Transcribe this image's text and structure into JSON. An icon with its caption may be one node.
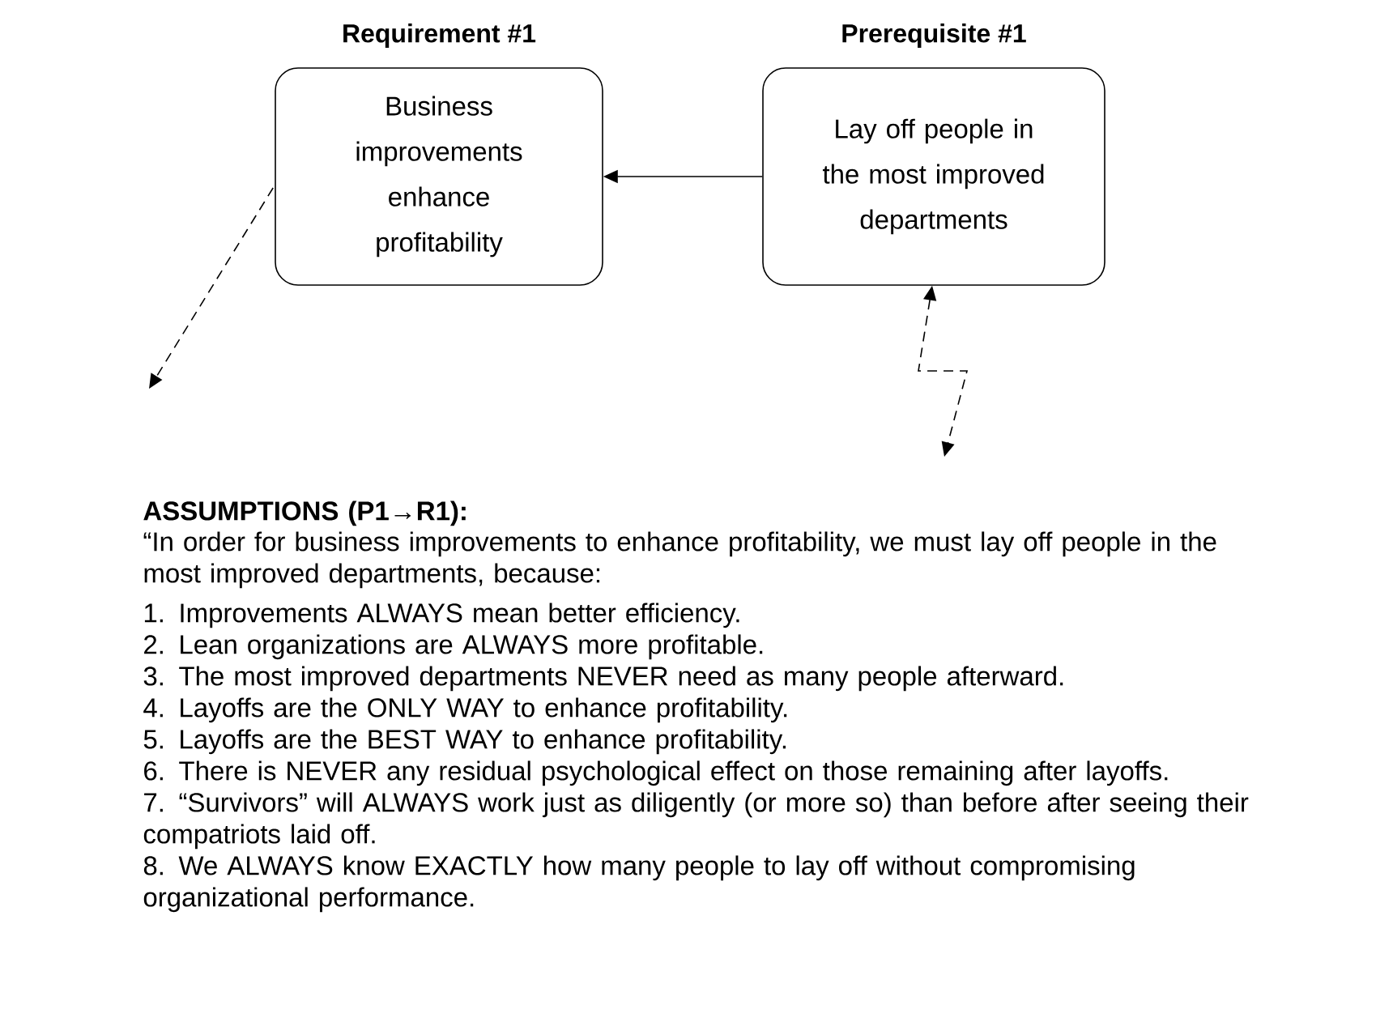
{
  "diagram": {
    "nodes": [
      {
        "text": [
          "Requirement #1",
          "Business improvements enhance profitability"
        ]
      },
      {
        "text": [
          "Prerequisite #1",
          "Lay off people in the most improved departments"
        ]
      }
    ],
    "edges": [
      {
        "from": 1,
        "to": 0,
        "arrow": "to"
      },
      {
        "from": 0,
        "to": null,
        "arrow": "to",
        "style": "dashed"
      },
      {
        "from": 1,
        "to": null,
        "arrow": "both",
        "style": "dashed"
      }
    ],
    "labels": [
      "ASSUMPTIONS (P1→R1):",
      "“In order for business improvements to enhance profitability, we must lay off people in the most improved departments, because:",
      "1. Improvements ALWAYS mean better efficiency.",
      "2. Lean organizations are ALWAYS more profitable.",
      "3. The most improved departments NEVER need as many people afterward.",
      "4. Layoffs are the ONLY WAY to enhance profitability.",
      "5. Layoffs are the BEST WAY to enhance profitability.",
      "6. There is NEVER any residual psychological effect on those remaining after layoffs.",
      "7. “Survivors” will ALWAYS work just as diligently (or more so) than before after seeing their compatriots laid off.",
      "8. We ALWAYS know EXACTLY how many people to lay off without compromising organizational performance."
    ]
  }
}
